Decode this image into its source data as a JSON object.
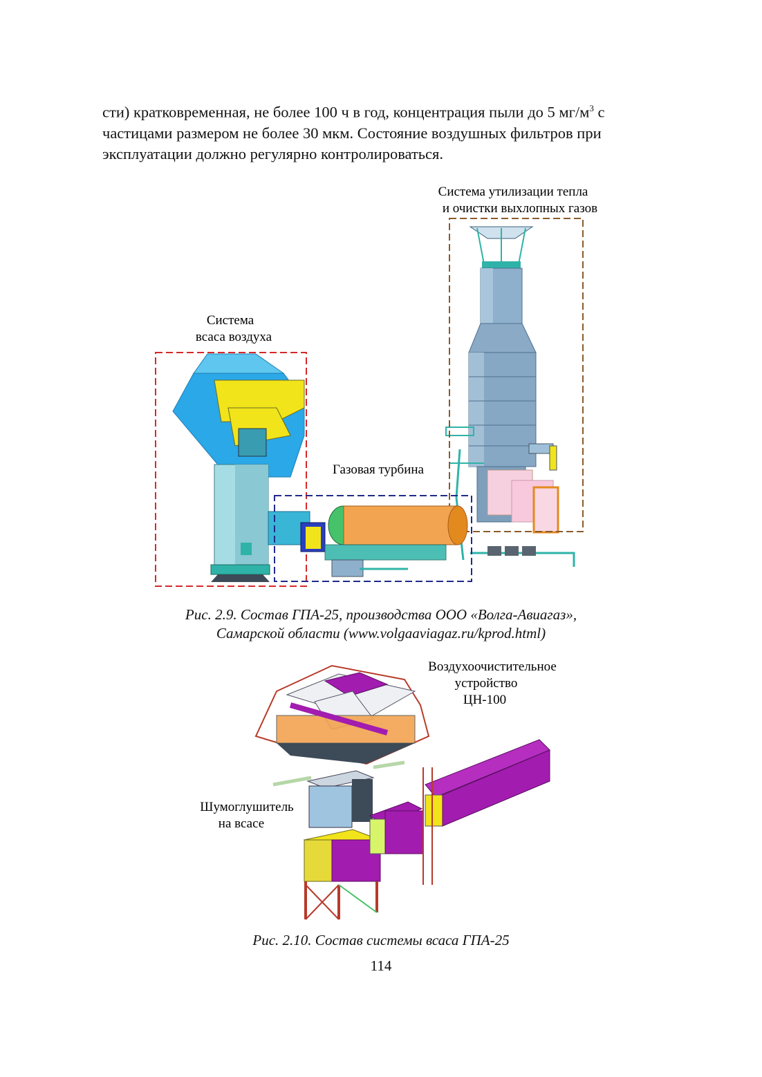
{
  "paragraph": {
    "line1_pre": "сти) кратковременная, не более 100 ч в год, концентрация пыли до 5 мг/м",
    "line1_sup": "3",
    "line1_post": " с",
    "line2": "частицами размером не более 30 мкм. Состояние воздушных фильтров при",
    "line3": "эксплуатации должно регулярно контролироваться."
  },
  "figure1": {
    "labels": {
      "heat_recovery_line1": "Система утилизации тепла",
      "heat_recovery_line2": "и очистки выхлопных газов",
      "air_intake_line1": "Система",
      "air_intake_line2": "всаса воздуха",
      "gas_turbine": "Газовая турбина"
    },
    "caption_line1": "Рис. 2.9. Состав ГПА-25, производства ООО «Волга-Авиагаз»,",
    "caption_line2": "Самарской области (www.volgaaviagaz.ru/kprod.html)"
  },
  "figure2": {
    "labels": {
      "air_cleaner_line1": "Воздухоочистительное",
      "air_cleaner_line2": "устройство",
      "air_cleaner_line3": "ЦН-100",
      "silencer_line1": "Шумоглушитель",
      "silencer_line2": "на всасе"
    },
    "caption": "Рис. 2.10. Состав системы всаса ГПА-25"
  },
  "page_number": "114",
  "colors": {
    "intake_blue": "#2aa8e8",
    "filter_yellow": "#f2e41a",
    "turbine_orange": "#f2a450",
    "stack_steel": "#8fb0cc",
    "frame_teal": "#2fb3a8",
    "box_purple": "#a21caf",
    "frame_red": "#b73a2a",
    "dash_red": "#d62828",
    "dash_blue": "#1f2a8a",
    "dash_brown": "#8b5a2b"
  }
}
